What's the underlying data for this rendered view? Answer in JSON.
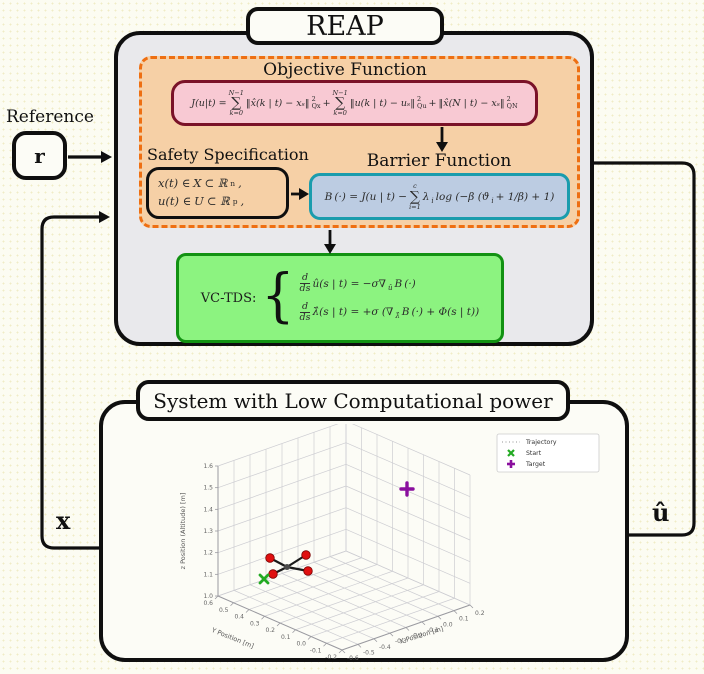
{
  "reap": {
    "title": "REAP"
  },
  "reference": {
    "label": "Reference",
    "symbol": "r"
  },
  "signals": {
    "state_output": "x",
    "control_input": "û"
  },
  "objective": {
    "title": "Objective Function",
    "f": {
      "lhs": "J(u|t) =",
      "sum1top": "N−1",
      "sum1sym": "∑",
      "sum1bot": "k=0",
      "t1": "‖x̂(k | t) − xₛ‖",
      "t1sup": "2",
      "t1sub": "Qx",
      "plus1": "+",
      "sum2top": "N−1",
      "sum2sym": "∑",
      "sum2bot": "k=0",
      "t2": "‖u(k | t) − uₛ‖",
      "t2sup": "2",
      "t2sub": "Qu",
      "plus2": "+",
      "t3": "‖x̂(N | t) − xₛ‖",
      "t3sup": "2",
      "t3sub": "QN"
    }
  },
  "safety": {
    "title": "Safety Specification",
    "l1a": "x(t) ∈",
    "l1cal": "X",
    "l1b": "⊂ ℝ",
    "l1sup": "n",
    "l1c": ",",
    "l2a": "u(t) ∈",
    "l2cal": "U",
    "l2b": "⊂ ℝ",
    "l2sup": "p",
    "l2c": ","
  },
  "barrier": {
    "title": "Barrier Function",
    "f": {
      "cal": "B",
      "lhs": "(·) = J(u | t) −",
      "sumtop": "c",
      "sumsym": "∑",
      "sumbot": "i=1",
      "p1": "λ",
      "p1sub": "i",
      "p2": "log (−β (ϑ",
      "p2sub": "i",
      "p3": "+ 1/β) + 1)"
    }
  },
  "vctds": {
    "label": "VC-TDS:",
    "brace": "{",
    "eq1": {
      "num": "d",
      "den": "ds",
      "mid": "û(s | t) = −σ∇",
      "sub": "û",
      "cal": "B",
      "tail": "(·)"
    },
    "eq2": {
      "num": "d",
      "den": "ds",
      "mid": "λ̂(s | t) = +σ (∇",
      "sub": "λ̂",
      "cal": "B",
      "tail": "(·) + Φ(s | t))"
    }
  },
  "system": {
    "title": "System with Low Computational power"
  },
  "colors": {
    "block_gray": "#e9e9ec",
    "orange_dash": "#ee6f12",
    "orange_fill": "#f6d0a6",
    "objective_fill": "#f8c9d3",
    "objective_border": "#7a1228",
    "barrier_fill": "#bccce2",
    "barrier_border": "#1a9cad",
    "vctds_fill": "#8cf380",
    "vctds_border": "#129212",
    "start_green": "#22aa22",
    "target_purple": "#8a0f9e",
    "rotor_red": "#e01010"
  },
  "chart_data": {
    "type": "scatter",
    "projection": "3d",
    "title": "",
    "xlabel": "X Position [m]",
    "ylabel": "Y Position [m]",
    "zlabel": "z Position (Altitude) [m]",
    "x_ticks": [
      "-0.6",
      "-0.5",
      "-0.4",
      "-0.3",
      "-0.2",
      "-0.1",
      "0.0",
      "0.1",
      "0.2"
    ],
    "y_ticks": [
      "0.6",
      "0.5",
      "0.4",
      "0.3",
      "0.2",
      "0.1",
      "0.0",
      "-0.1",
      "-0.2"
    ],
    "z_ticks": [
      "1.0",
      "1.1",
      "1.2",
      "1.3",
      "1.4",
      "1.5",
      "1.6"
    ],
    "xlim": [
      -0.6,
      0.2
    ],
    "ylim": [
      -0.2,
      0.6
    ],
    "zlim": [
      1.0,
      1.6
    ],
    "grid": true,
    "legend_position": "upper right",
    "legend": [
      {
        "label": "Trajectory",
        "marker": "dotted-line",
        "color": "#aaaaaa"
      },
      {
        "label": "Start",
        "marker": "x",
        "color": "#22aa22"
      },
      {
        "label": "Target",
        "marker": "plus",
        "color": "#8a0f9e"
      }
    ],
    "points": [
      {
        "name": "Start",
        "x": -0.35,
        "y": 0.05,
        "z": 1.05
      },
      {
        "name": "Target",
        "x": 0.0,
        "y": 0.45,
        "z": 1.5
      }
    ],
    "drone_at_start": true
  }
}
